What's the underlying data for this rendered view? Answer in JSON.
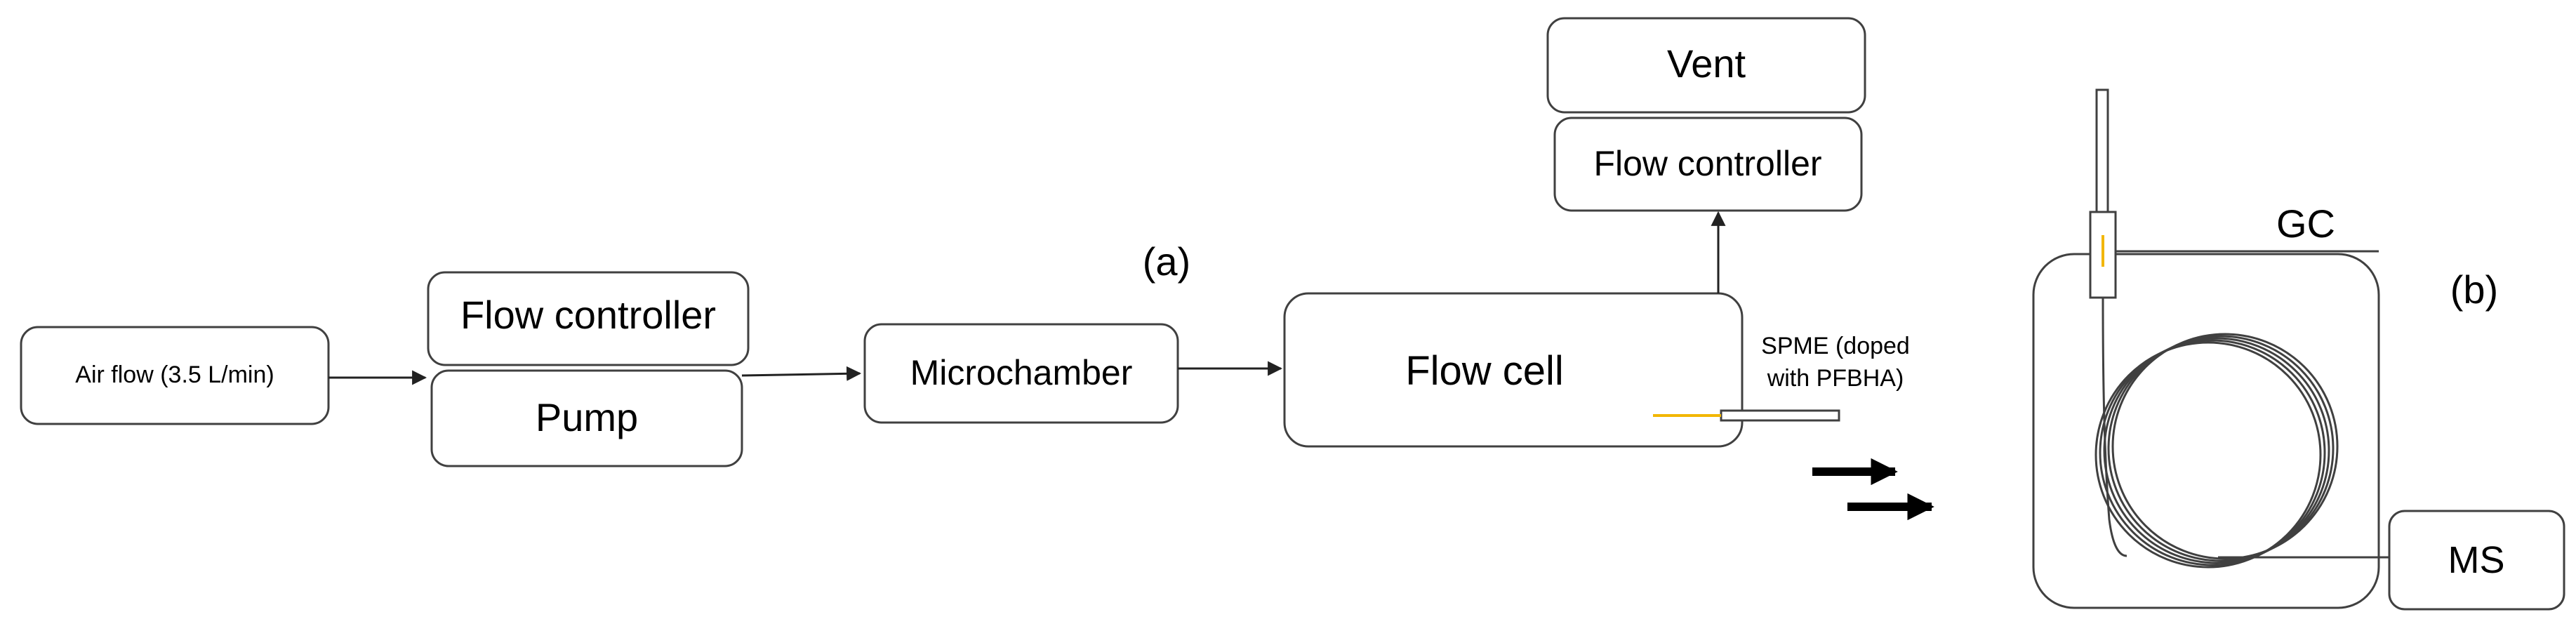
{
  "labels": {
    "part_a": "(a)",
    "part_b": "(b)",
    "gc": "GC"
  },
  "boxes": {
    "air_flow": "Air flow (3.5 L/min)",
    "flow_controller_left": "Flow controller",
    "pump": "Pump",
    "microchamber": "Microchamber",
    "flow_cell": "Flow cell",
    "vent": "Vent",
    "flow_controller_top": "Flow controller",
    "ms": "MS"
  },
  "spme": {
    "line1": "SPME (doped",
    "line2": "with PFBHA)"
  },
  "colors": {
    "stroke": "#404040",
    "fiber": "#f2b600"
  }
}
